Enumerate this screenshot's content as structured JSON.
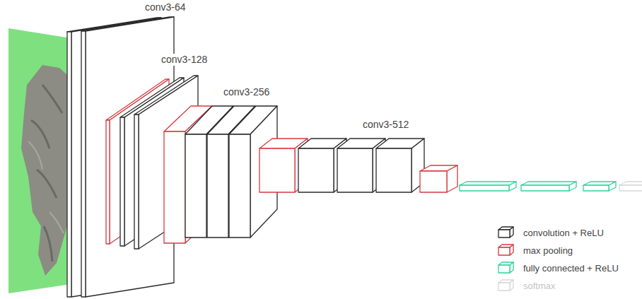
{
  "diagram": {
    "labels": [
      "conv3-64",
      "conv3-128",
      "conv3-256",
      "conv3-512"
    ],
    "legend": [
      {
        "text": "convolution + ReLU"
      },
      {
        "text": "max pooling"
      },
      {
        "text": "fully connected + ReLU"
      },
      {
        "text": "softmax"
      }
    ]
  }
}
